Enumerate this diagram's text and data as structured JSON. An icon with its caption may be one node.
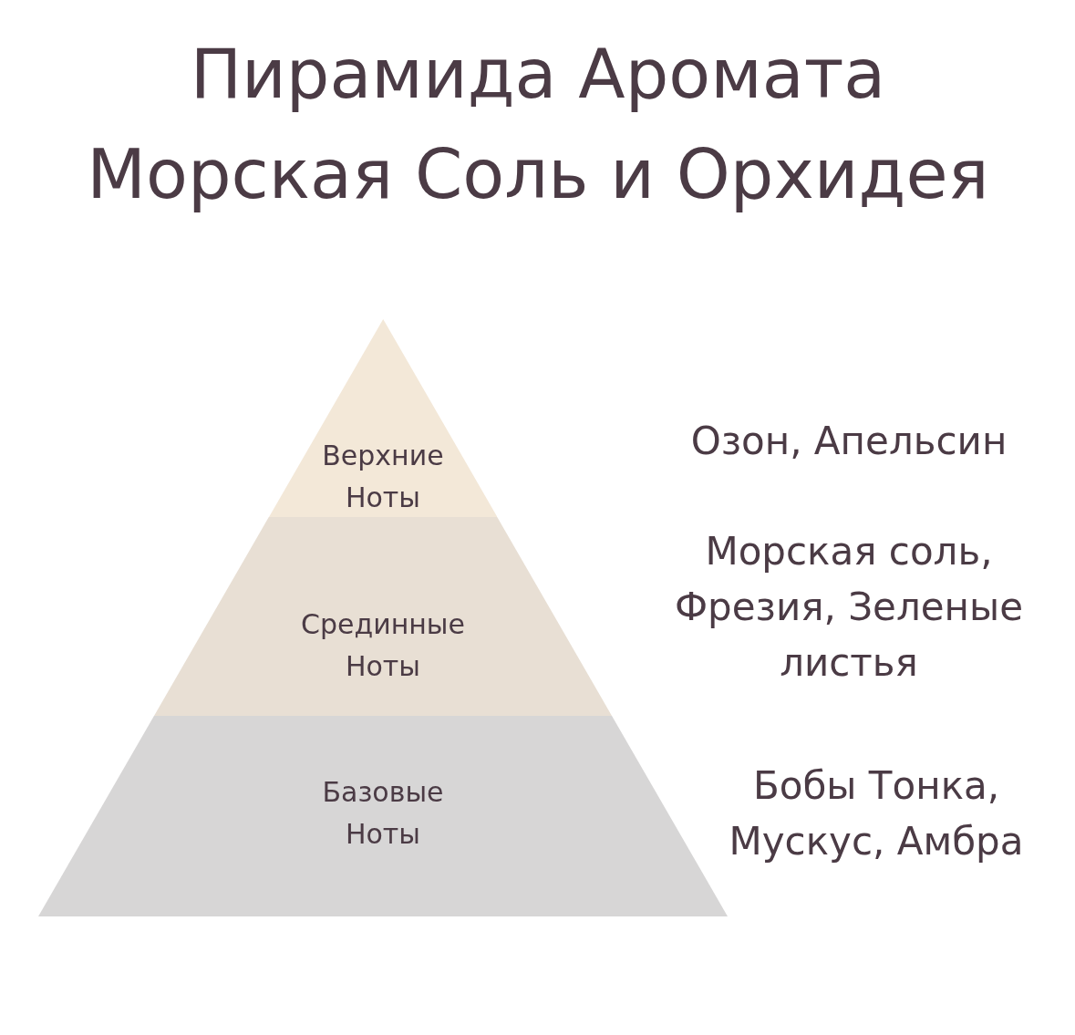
{
  "diagram": {
    "title": "Пирамида Аромата Морская Соль и Орхидея",
    "nodes": [
      {
        "text": [
          "Верхние Ноты"
        ]
      },
      {
        "text": [
          "Срединные Ноты"
        ]
      },
      {
        "text": [
          "Базовые Ноты"
        ]
      }
    ],
    "labels": [
      "Озон, Апельсин",
      "Морская соль, Фрезия, Зеленые листья",
      "Бобы Тонка, Мускус, Амбра"
    ]
  }
}
